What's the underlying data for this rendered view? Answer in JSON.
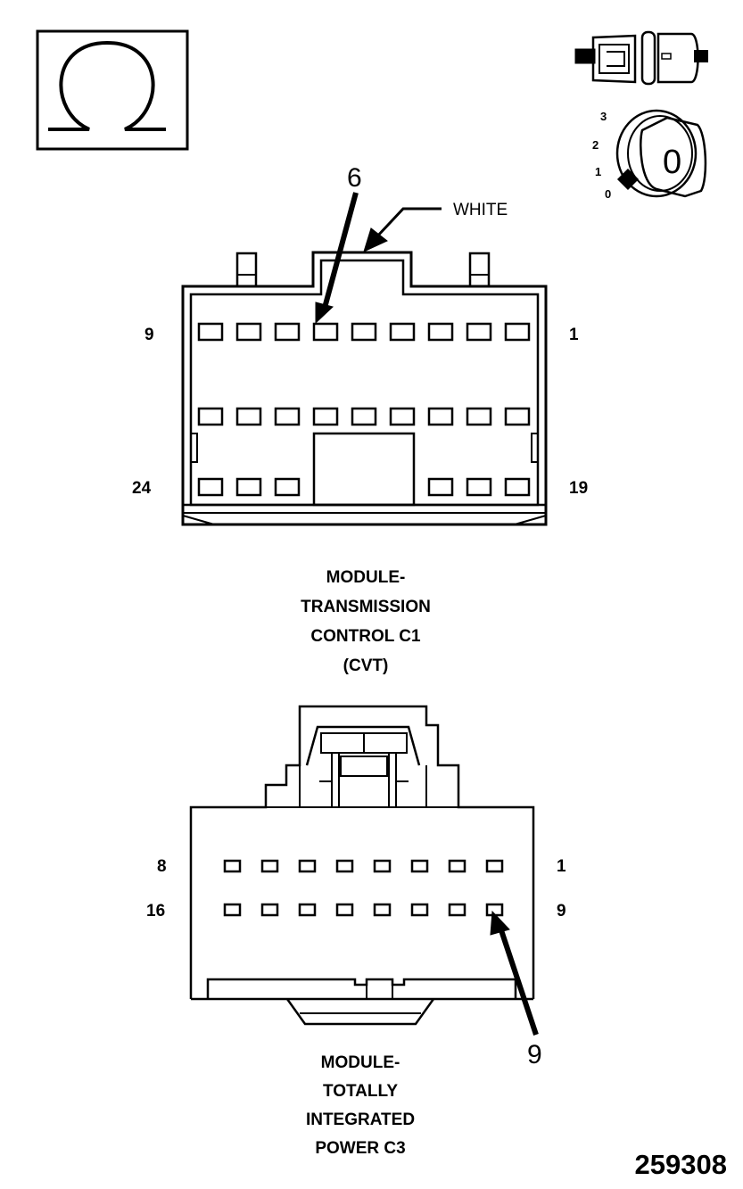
{
  "figure_id": "259308",
  "connector_c1": {
    "callout_number": "6",
    "color_label": "WHITE",
    "pin_labels": {
      "top_left": "9",
      "top_right": "1",
      "bottom_left": "24",
      "bottom_right": "19"
    },
    "caption_lines": [
      "MODULE-",
      "TRANSMISSION",
      "CONTROL C1",
      "(CVT)"
    ]
  },
  "connector_c3": {
    "callout_number": "9",
    "pin_labels": {
      "top_left": "8",
      "top_right": "1",
      "bottom_left": "16",
      "bottom_right": "9"
    },
    "caption_lines": [
      "MODULE-",
      "TOTALLY",
      "INTEGRATED",
      "POWER C3"
    ]
  },
  "ignition": {
    "positions": [
      "3",
      "2",
      "1",
      "0"
    ],
    "key_label": "0"
  },
  "icons": {
    "ohmmeter": "omega-ohm-icon",
    "connector": "disconnected-connector-icon",
    "ignition": "ignition-key-icon"
  }
}
